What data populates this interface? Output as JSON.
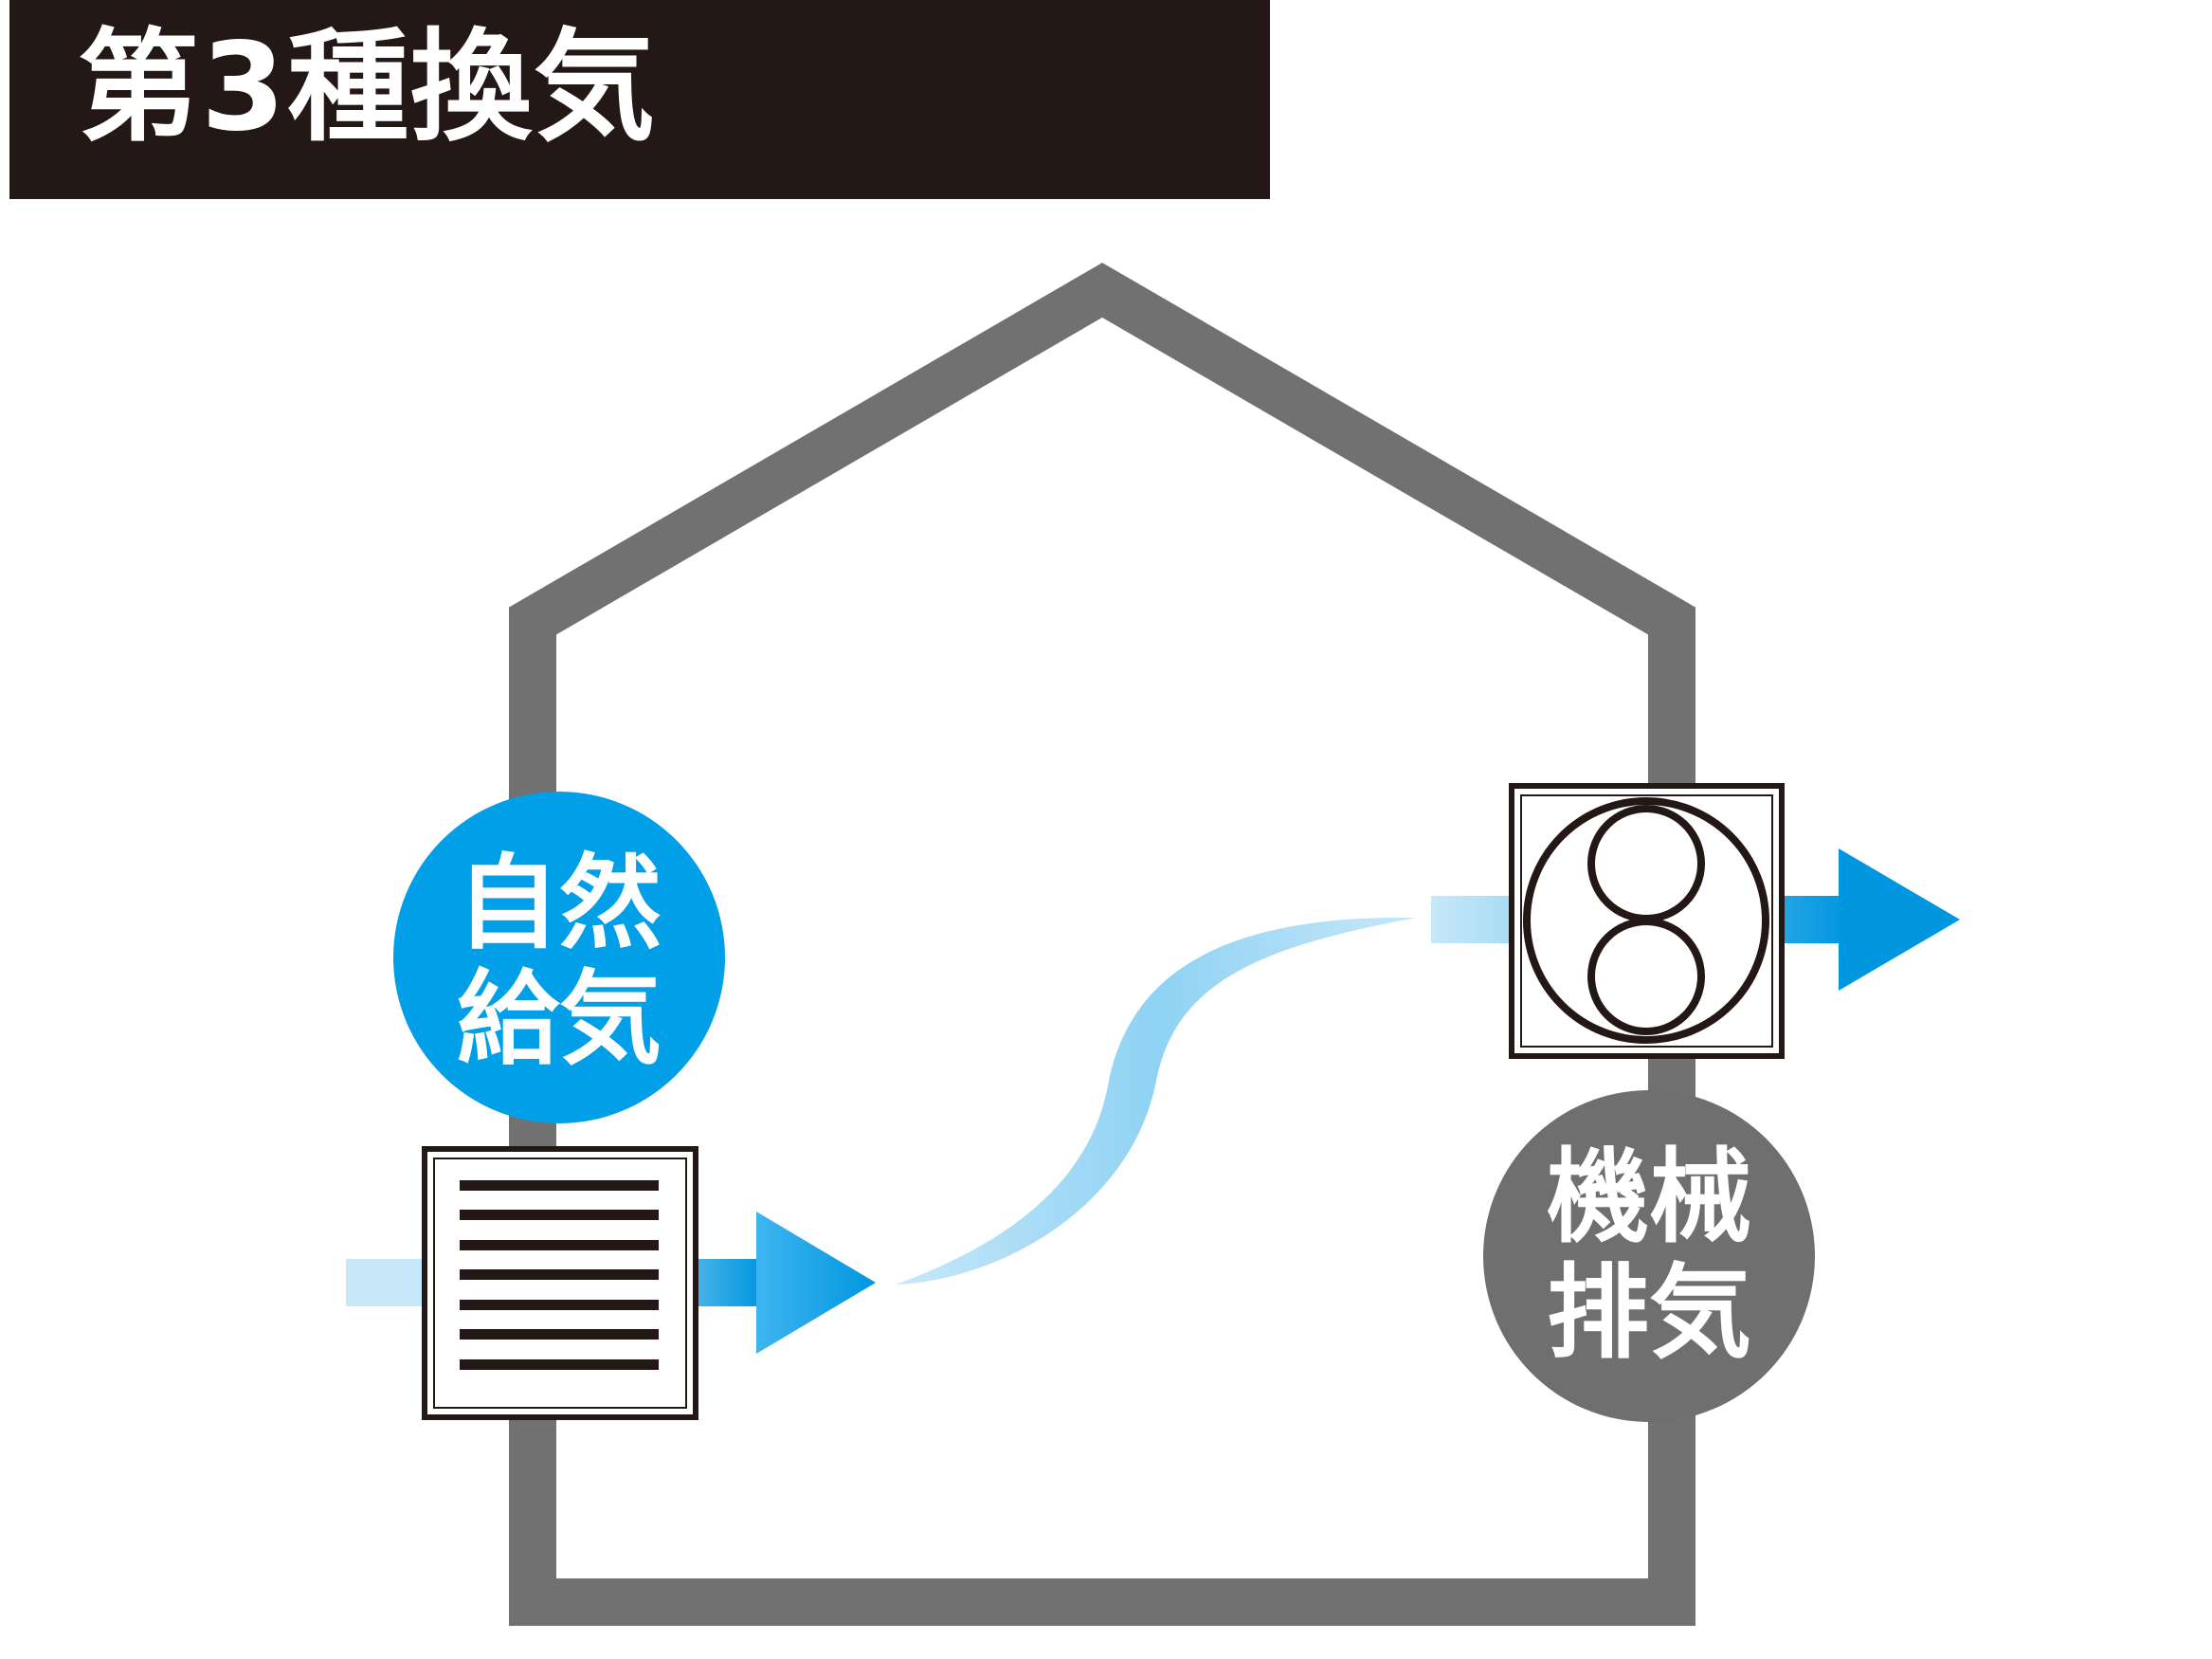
{
  "title": "第3種換気",
  "supply": {
    "label_line1": "自然",
    "label_line2": "給気",
    "color": "#009fe8"
  },
  "exhaust": {
    "label_line1": "機械",
    "label_line2": "排気",
    "color": "#6f6f6f"
  },
  "colors": {
    "title_bg": "#231815",
    "house_outline": "#727171",
    "arrow_light": "#c7e8f8",
    "arrow_dark": "#0096e0"
  },
  "icons": [
    "vent-grille-icon",
    "exhaust-fan-icon"
  ]
}
